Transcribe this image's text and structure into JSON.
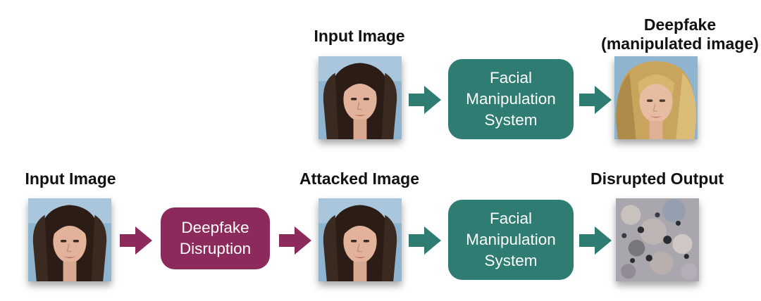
{
  "top_row": {
    "input_label": "Input Image",
    "system_box": [
      "Facial",
      "Manipulation",
      "System"
    ],
    "output_label_line1": "Deepfake",
    "output_label_line2": "(manipulated image)"
  },
  "bottom_row": {
    "input_label": "Input Image",
    "disruption_box": [
      "Deepfake",
      "Disruption"
    ],
    "attacked_label": "Attacked Image",
    "system_box": [
      "Facial",
      "Manipulation",
      "System"
    ],
    "output_label": "Disrupted Output"
  },
  "colors": {
    "teal": "#2f7d72",
    "plum": "#8c2a5c"
  },
  "images": {
    "input": "brunette-face-photo",
    "deepfake": "blonde-face-photo",
    "attacked": "brunette-face-photo",
    "disrupted": "distorted-noise-image"
  }
}
